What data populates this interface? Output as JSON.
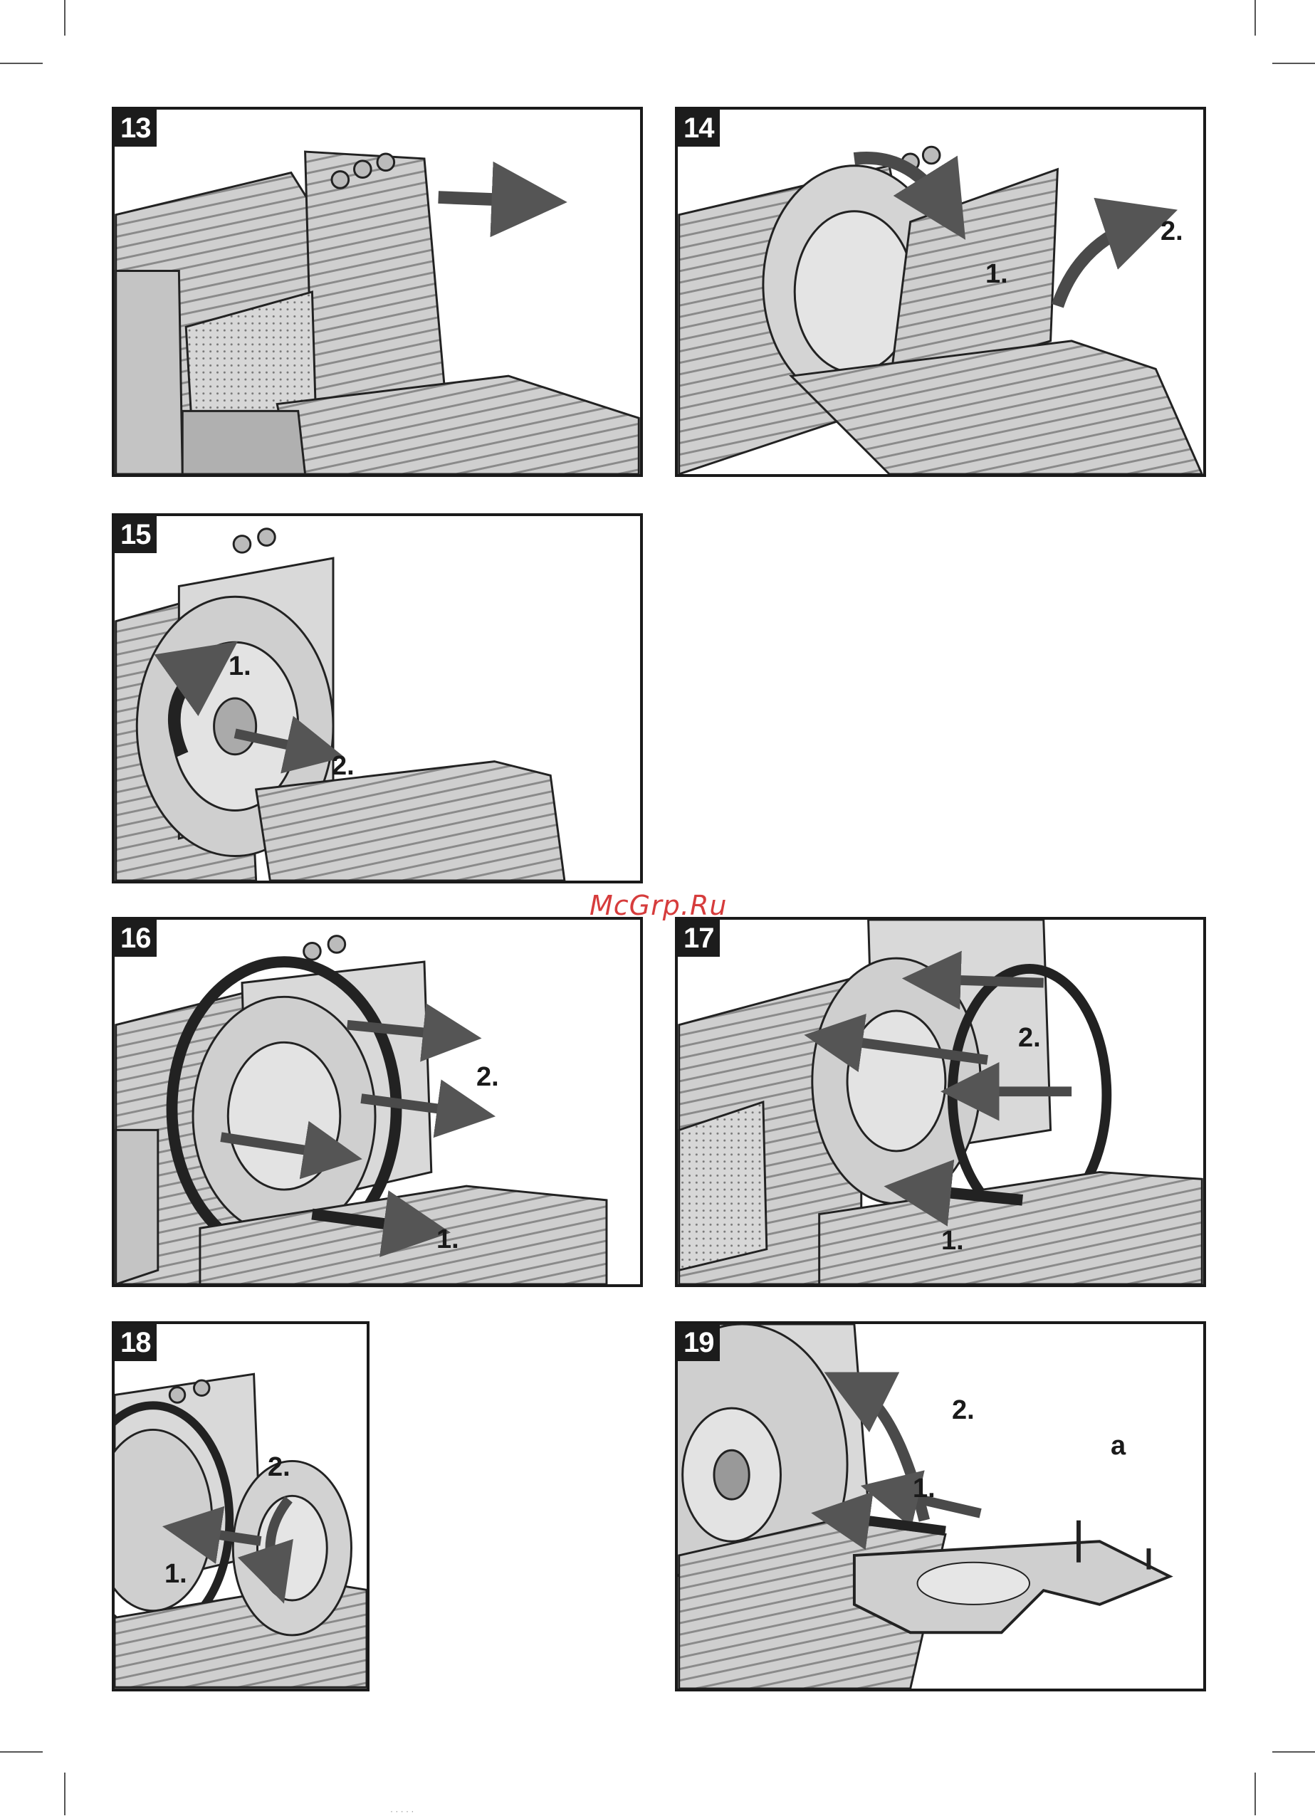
{
  "watermark": "McGrp.Ru",
  "footer_mark": "· · · · ·",
  "panels": [
    {
      "number": "13",
      "steps": []
    },
    {
      "number": "14",
      "steps": [
        "1.",
        "2."
      ]
    },
    {
      "number": "15",
      "steps": [
        "1.",
        "2."
      ]
    },
    {
      "number": "16",
      "steps": [
        "1.",
        "2."
      ]
    },
    {
      "number": "17",
      "steps": [
        "1.",
        "2."
      ]
    },
    {
      "number": "18",
      "steps": [
        "1.",
        "2."
      ]
    },
    {
      "number": "19",
      "steps": [
        "1.",
        "2.",
        "a"
      ]
    }
  ]
}
